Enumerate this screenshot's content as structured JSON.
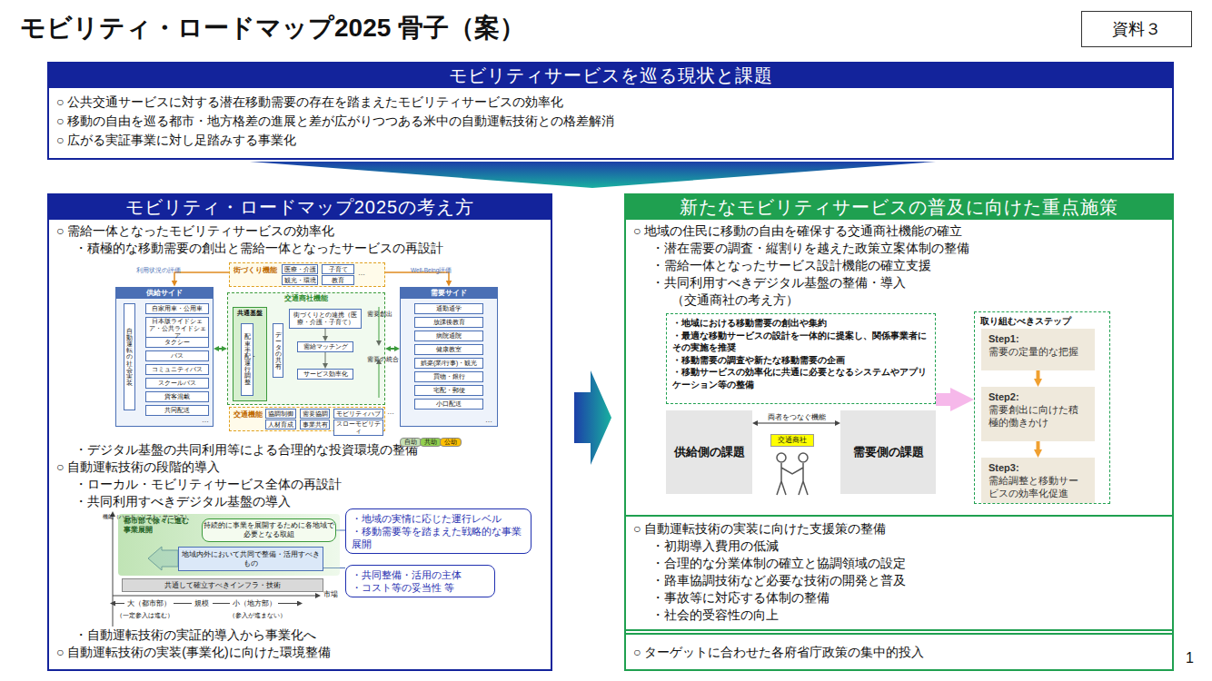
{
  "diagram": {
    "title": "モビリティ・ロードマップ2025 骨子（案）",
    "nodes": [
      {
        "text": [
          "資料３"
        ]
      },
      {
        "text": [
          "モビリティサービスを巡る現状と課題",
          "○ 公共交通サービスに対する潜在移動需要の存在を踏まえたモビリティサービスの効率化",
          "○ 移動の自由を巡る都市・地方格差の進展と差が広がりつつある米中の自動運転技術との格差解消",
          "○ 広がる実証事業に対し足踏みする事業化"
        ]
      },
      {
        "text": [
          "モビリティ・ロードマップ2025の考え方",
          "○ 需給一体となったモビリティサービスの効率化",
          "・積極的な移動需要の創出と需給一体となったサービスの再設計",
          "・デジタル基盤の共同利用等による合理的な投資環境の整備",
          "○ 自動運転技術の段階的導入",
          "・ローカル・モビリティサービス全体の再設計",
          "・共同利用すべきデジタル基盤の導入",
          "・自動運転技術の実証的導入から事業化へ",
          "○ 自動運転技術の実装(事業化)に向けた環境整備"
        ]
      },
      {
        "text": [
          "街づくり機能"
        ],
        "in": 2
      },
      {
        "text": [
          "医療・介護"
        ],
        "in": 3
      },
      {
        "text": [
          "子育て"
        ],
        "in": 3
      },
      {
        "text": [
          "観光・環境"
        ],
        "in": 3
      },
      {
        "text": [
          "教育"
        ],
        "in": 3
      },
      {
        "text": [
          "供給サイド"
        ],
        "in": 2
      },
      {
        "text": [
          "自動運転の社会実装"
        ],
        "in": 8
      },
      {
        "text": [
          "自家用車・公用車"
        ],
        "in": 8
      },
      {
        "text": [
          "日本版ライドシェア・公共ライドシェア"
        ],
        "in": 8
      },
      {
        "text": [
          "タクシー"
        ],
        "in": 8
      },
      {
        "text": [
          "バス"
        ],
        "in": 8
      },
      {
        "text": [
          "コミュニティバス"
        ],
        "in": 8
      },
      {
        "text": [
          "スクールバス"
        ],
        "in": 8
      },
      {
        "text": [
          "貨客混載"
        ],
        "in": 8
      },
      {
        "text": [
          "共同配送"
        ],
        "in": 8
      },
      {
        "text": [
          "交通商社機能"
        ],
        "in": 2
      },
      {
        "text": [
          "共通基盤"
        ],
        "in": 18
      },
      {
        "text": [
          "配車手配・運行調整"
        ],
        "in": 19
      },
      {
        "text": [
          "データの共有"
        ],
        "in": 18
      },
      {
        "text": [
          "街づくりとの連携（医療・介護・子育て）"
        ],
        "in": 18
      },
      {
        "text": [
          "需給マッチング"
        ],
        "in": 18
      },
      {
        "text": [
          "サービス効率化"
        ],
        "in": 18
      },
      {
        "text": [
          "需要サイド"
        ],
        "in": 2
      },
      {
        "text": [
          "通勤通学"
        ],
        "in": 25
      },
      {
        "text": [
          "放課後教育"
        ],
        "in": 25
      },
      {
        "text": [
          "病院通院"
        ],
        "in": 25
      },
      {
        "text": [
          "健康教室"
        ],
        "in": 25
      },
      {
        "text": [
          "娯楽(業/行事)・観光"
        ],
        "in": 25
      },
      {
        "text": [
          "買物・銀行"
        ],
        "in": 25
      },
      {
        "text": [
          "宅配・郵便"
        ],
        "in": 25
      },
      {
        "text": [
          "小口配送"
        ],
        "in": 25
      },
      {
        "text": [
          "交通機能"
        ],
        "in": 2
      },
      {
        "text": [
          "協調制御"
        ],
        "in": 34
      },
      {
        "text": [
          "需要協調"
        ],
        "in": 34
      },
      {
        "text": [
          "モビリティハブ"
        ],
        "in": 34
      },
      {
        "text": [
          "人材育成"
        ],
        "in": 34
      },
      {
        "text": [
          "事業共有"
        ],
        "in": 34
      },
      {
        "text": [
          "スローモビリティ"
        ],
        "in": 34
      },
      {
        "text": [
          "都市部で徐々に進む事業展開"
        ],
        "in": 2
      },
      {
        "text": [
          "持続的に事業を展開するために各地域で必要となる取組"
        ],
        "in": 41
      },
      {
        "text": [
          "地域内外において共同で整備・活用すべきもの"
        ],
        "in": 41
      },
      {
        "text": [
          "共通して確立すべきインフラ・技術"
        ],
        "in": 2
      },
      {
        "text": [
          "・地域の実情に応じた運行レベル",
          "・移動需要等を踏まえた戦略的な事業展開"
        ],
        "in": 2
      },
      {
        "text": [
          "・共同整備・活用の主体",
          "・コスト等の妥当性 等"
        ],
        "in": 2
      },
      {
        "text": [
          "新たなモビリティサービスの普及に向けた重点施策",
          "○ 地域の住民に移動の自由を確保する交通商社機能の確立",
          "・潜在需要の調査・縦割りを越えた政策立案体制の整備",
          "・需給一体となったサービス設計機能の確立支援",
          "・共同利用すべきデジタル基盤の整備・導入",
          "（交通商社の考え方）"
        ]
      },
      {
        "text": [
          "・地域における移動需要の創出や集約",
          "・最適な移動サービスの設計を一体的に提案し、関係事業者にその実施を推奨",
          "・移動需要の調査や新たな移動需要の企画",
          "・移動サービスの効率化に共通に必要となるシステムやアプリケーション等の整備"
        ],
        "in": 47
      },
      {
        "text": [
          "供給側の課題"
        ],
        "in": 47
      },
      {
        "text": [
          "交通商社"
        ],
        "in": 47
      },
      {
        "text": [
          "需要側の課題"
        ],
        "in": 47
      },
      {
        "text": [
          "取り組むべきステップ"
        ],
        "in": 47
      },
      {
        "text": [
          "Step1:",
          "需要の定量的な把握"
        ],
        "in": 52
      },
      {
        "text": [
          "Step2:",
          "需要創出に向けた積極的働きかけ"
        ],
        "in": 52
      },
      {
        "text": [
          "Step3:",
          "需給調整と移動サービスの効率化促進"
        ],
        "in": 52
      },
      {
        "text": [
          "○ 自動運転技術の実装に向けた支援策の整備",
          "・初期導入費用の低減",
          "・合理的な分業体制の確立と協調領域の設定",
          "・路車協調技術など必要な技術の開発と普及",
          "・事故等に対応する体制の整備",
          "・社会的受容性の向上"
        ],
        "in": 47
      },
      {
        "text": [
          "○ ターゲットに合わせた各府省庁政策の集中的投入"
        ],
        "in": 47
      }
    ],
    "edges": [
      {
        "from": 8,
        "to": 18,
        "arrow": "both"
      },
      {
        "from": 25,
        "to": 18,
        "arrow": "both"
      },
      {
        "from": 22,
        "to": 23,
        "arrow": "to"
      },
      {
        "from": 23,
        "to": 24,
        "arrow": "to"
      },
      {
        "from": 45,
        "to": 42,
        "arrow": "none"
      },
      {
        "from": 46,
        "to": 43,
        "arrow": "none"
      },
      {
        "from": 49,
        "to": 51,
        "label": "両者をつなぐ機能",
        "arrow": "both"
      },
      {
        "from": 53,
        "to": 54,
        "arrow": "to"
      },
      {
        "from": 54,
        "to": 55,
        "arrow": "to"
      },
      {
        "from": 48,
        "to": 52,
        "arrow": "to"
      }
    ],
    "labels": [
      "利用状況の評価",
      "…",
      "Well-Being評価",
      "需要創出",
      "需要の統合",
      "…",
      "…",
      "…",
      "機能（ハード・ソフト・サービス）",
      "市場",
      "大（都市部）",
      "規模",
      "小（地方部）",
      "（一定参入は進む）",
      "（参入が進まない）",
      "1"
    ],
    "legend": [
      {
        "text": "自助",
        "color": "#c6e0b4"
      },
      {
        "text": "共助",
        "color": "#92d050"
      },
      {
        "text": "公助",
        "color": "#ffc000"
      }
    ]
  }
}
